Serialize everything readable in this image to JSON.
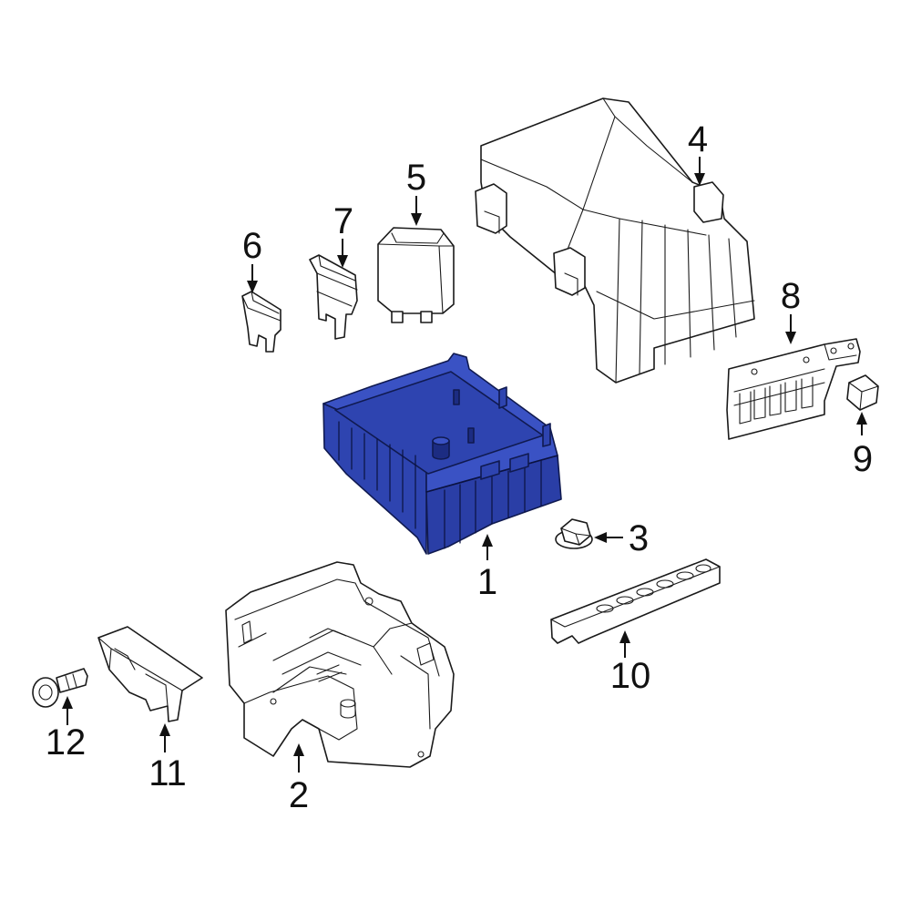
{
  "colors": {
    "highlight_fill": "#2e44b0",
    "highlight_dark": "#1c2c82",
    "highlight_mid": "#3a52c4",
    "line": "#1a1a1a",
    "background": "#ffffff"
  },
  "callouts": {
    "c1": "1",
    "c2": "2",
    "c3": "3",
    "c4": "4",
    "c5": "5",
    "c6": "6",
    "c7": "7",
    "c8": "8",
    "c9": "9",
    "c10": "10",
    "c11": "11",
    "c12": "12"
  },
  "highlighted_part": "1"
}
